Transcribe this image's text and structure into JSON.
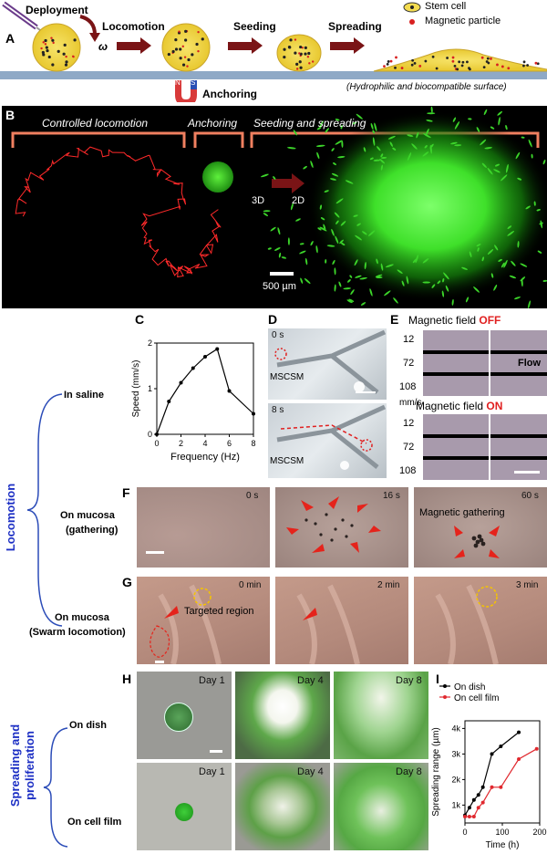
{
  "panelA": {
    "letter": "A",
    "deployment": "Deployment",
    "omega": "ω",
    "locomotion": "Locomotion",
    "seeding": "Seeding",
    "spreading": "Spreading",
    "anchoring": "Anchoring",
    "magnet_n": "N",
    "magnet_s": "S",
    "legend_stem": "Stem cell",
    "legend_particle": "Magnetic particle",
    "surface": "(Hydrophilic and biocompatible surface)"
  },
  "panelB": {
    "letter": "B",
    "controlled": "Controlled locomotion",
    "anchoring": "Anchoring",
    "seeding_spreading": "Seeding and spreading",
    "d3": "3D",
    "d2": "2D",
    "scale": "500 µm"
  },
  "panelC": {
    "letter": "C"
  },
  "chart_data": [
    {
      "type": "line",
      "ylabel": "Speed (mm/s)",
      "xlabel": "Frequency (Hz)",
      "x": [
        0,
        1,
        2,
        3,
        4,
        5,
        6,
        8
      ],
      "y": [
        0.0,
        0.72,
        1.13,
        1.45,
        1.7,
        1.87,
        0.95,
        0.45
      ],
      "xlim": [
        0,
        8
      ],
      "ylim": [
        0,
        2
      ],
      "xticks": [
        "0",
        "2",
        "4",
        "6",
        "8"
      ],
      "yticks": [
        "0",
        "1",
        "2"
      ],
      "color": "#000000"
    },
    {
      "type": "line",
      "ylabel": "Spreading range (µm)",
      "xlabel": "Time (h)",
      "xlim": [
        0,
        200
      ],
      "ylim": [
        300,
        4300
      ],
      "xticks": [
        "0",
        "100",
        "200"
      ],
      "yticks": [
        "1k",
        "2k",
        "3k",
        "4k"
      ],
      "legend": "top-left",
      "series": [
        {
          "name": "On dish",
          "color": "#000000",
          "x": [
            0,
            12,
            24,
            36,
            48,
            72,
            96,
            144
          ],
          "y": [
            600,
            900,
            1200,
            1400,
            1700,
            3000,
            3300,
            3850
          ]
        },
        {
          "name": "On cell film",
          "color": "#e0282e",
          "x": [
            0,
            12,
            24,
            36,
            48,
            72,
            96,
            144,
            192
          ],
          "y": [
            550,
            550,
            550,
            900,
            1100,
            1700,
            1700,
            2800,
            3200
          ]
        }
      ]
    }
  ],
  "panelD": {
    "letter": "D",
    "t0": "0 s",
    "t8": "8 s",
    "mscsm1": "MSCSM",
    "mscsm2": "MSCSM"
  },
  "panelE": {
    "letter": "E",
    "title_prefix": "Magnetic field",
    "off": "OFF",
    "on": "ON",
    "flow": "Flow",
    "unit": "mm/s",
    "rows_off": [
      "12",
      "72",
      "108"
    ],
    "rows_on": [
      "12",
      "72",
      "108"
    ]
  },
  "sides": {
    "saline": "In saline",
    "locomotion": "Locomotion",
    "mucosa_gather_1": "On mucosa",
    "mucosa_gather_2": "(gathering)",
    "mucosa_swarm_1": "On mucosa",
    "mucosa_swarm_2": "(Swarm locomotion)",
    "spreading_1": "Spreading and",
    "spreading_2": "proliferation",
    "on_dish": "On dish",
    "on_cell_film": "On cell film"
  },
  "panelF": {
    "letter": "F",
    "t1": "0 s",
    "t2": "16 s",
    "t3": "60 s",
    "gather": "Magnetic gathering"
  },
  "panelG": {
    "letter": "G",
    "t1": "0 min",
    "t2": "2 min",
    "t3": "3 min",
    "targeted": "Targeted region"
  },
  "panelH": {
    "letter": "H",
    "days_top": [
      "Day 1",
      "Day 4",
      "Day 8"
    ],
    "days_bottom": [
      "Day 1",
      "Day 4",
      "Day 8"
    ]
  },
  "panelI": {
    "letter": "I"
  }
}
